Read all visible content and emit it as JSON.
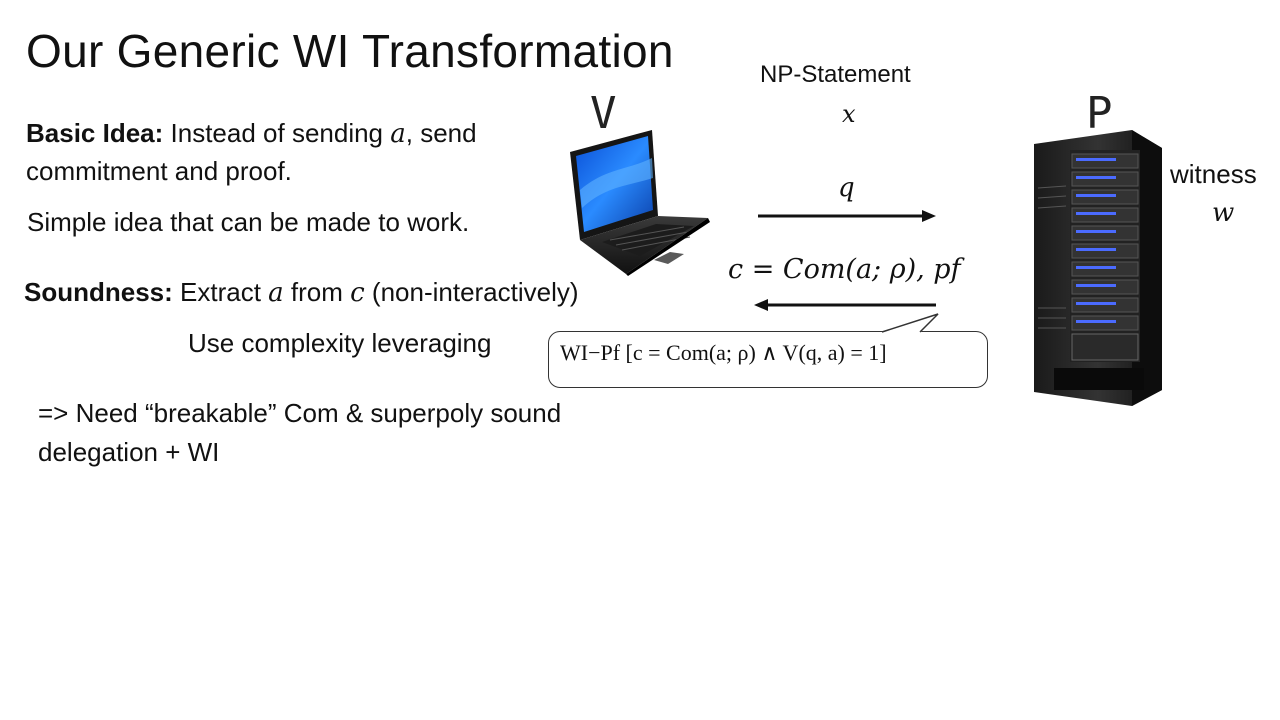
{
  "slide": {
    "title": "Our Generic WI Transformation",
    "basic_idea": {
      "label": "Basic Idea:",
      "text_before": " Instead of sending ",
      "var_a": "a",
      "text_after": ", send",
      "line2": "commitment and proof."
    },
    "simple_idea": "Simple idea that can be made to work.",
    "soundness": {
      "label": "Soundness:",
      "text1": " Extract ",
      "var_a": "a",
      "text2": " from ",
      "var_c": "c",
      "text3": " (non-interactively)"
    },
    "complexity": "Use complexity leveraging",
    "need": {
      "line1": "=> Need “breakable” Com & superpoly sound",
      "line2": "delegation + WI"
    }
  },
  "diagram": {
    "verifier_label": "V",
    "prover_label": "P",
    "np_statement_label": "NP-Statement",
    "x_var": "x",
    "witness_label": "witness",
    "w_var": "w",
    "query_label": "q",
    "response_label": "c = Com(a; ρ), pf",
    "wi_proof": "WI−Pf [c = Com(a; ρ) ∧ V(q, a) = 1]"
  }
}
